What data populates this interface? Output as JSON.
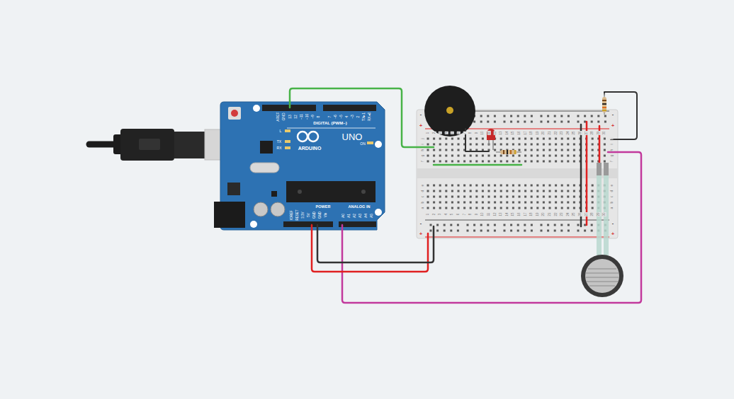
{
  "diagram": {
    "labels": [
      "AREF",
      "GND",
      "13",
      "12",
      "~11",
      "~10",
      "~9",
      "8",
      "7",
      "~6",
      "~5",
      "4",
      "~3",
      "2",
      "TX▸1",
      "RX◂0",
      "DIGITAL (PWM~)",
      "L",
      "TX",
      "RX",
      "ARDUINO",
      "UNO",
      "ON",
      "IOREF",
      "RESET",
      "3.3V",
      "5V",
      "GND",
      "GND",
      "Vin",
      "POWER",
      "A0",
      "A1",
      "A2",
      "A3",
      "A4",
      "A5",
      "ANALOG IN",
      "-",
      "+",
      "-",
      "+",
      "-",
      "+",
      "-",
      "+",
      "j",
      "i",
      "h",
      "g",
      "f",
      "e",
      "d",
      "c",
      "b",
      "a",
      "j",
      "i",
      "h",
      "g",
      "f",
      "e",
      "d",
      "c",
      "b",
      "a",
      "1",
      "2",
      "3",
      "4",
      "5",
      "6",
      "7",
      "8",
      "9",
      "10",
      "11",
      "12",
      "13",
      "14",
      "15",
      "16",
      "17",
      "18",
      "19",
      "20",
      "21",
      "22",
      "23",
      "24",
      "25",
      "26",
      "27",
      "28",
      "29",
      "30",
      "1",
      "2",
      "3",
      "4",
      "5",
      "6",
      "7",
      "8",
      "9",
      "10",
      "11",
      "12",
      "13",
      "14",
      "15",
      "16",
      "17",
      "18",
      "19",
      "20",
      "21",
      "22",
      "23",
      "24",
      "25",
      "26",
      "27",
      "28",
      "29",
      "30"
    ]
  }
}
